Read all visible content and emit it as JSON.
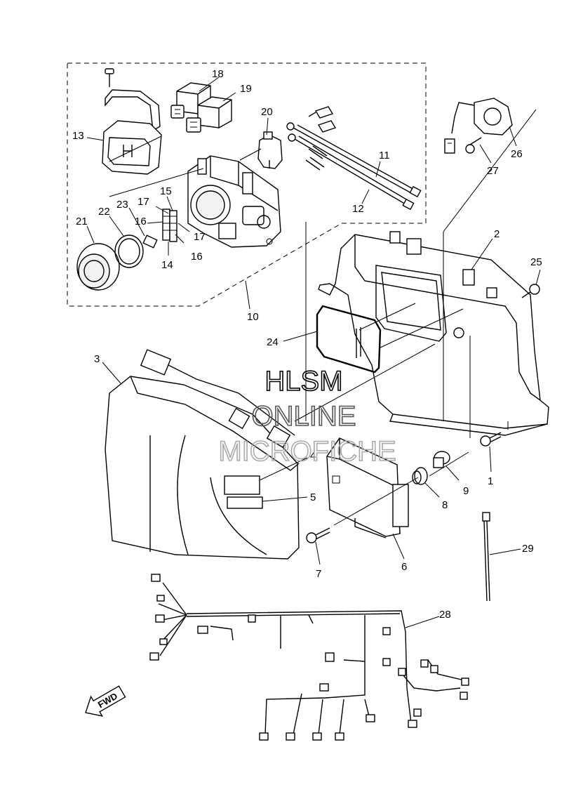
{
  "diagram": {
    "part_labels": {
      "p1": "1",
      "p2": "2",
      "p3": "3",
      "p4": "4",
      "p5": "5",
      "p6": "6",
      "p7": "7",
      "p8": "8",
      "p9": "9",
      "p10": "10",
      "p11": "11",
      "p12": "12",
      "p13": "13",
      "p14": "14",
      "p15": "15",
      "p16a": "16",
      "p16b": "16",
      "p17a": "17",
      "p17b": "17",
      "p18": "18",
      "p19": "19",
      "p20": "20",
      "p21": "21",
      "p22": "22",
      "p23": "23",
      "p24": "24",
      "p25": "25",
      "p26": "26",
      "p27": "27",
      "p28": "28",
      "p29": "29"
    },
    "watermark": {
      "line1": "HLSM",
      "line2": "ONLINE",
      "line3": "MICROFICHE",
      "color_line1": "#000000",
      "color_line2": "#555555",
      "color_line3": "#aaaaaa"
    },
    "direction_arrow": {
      "label": "FWD",
      "icon": "fwd-arrow-icon"
    }
  }
}
